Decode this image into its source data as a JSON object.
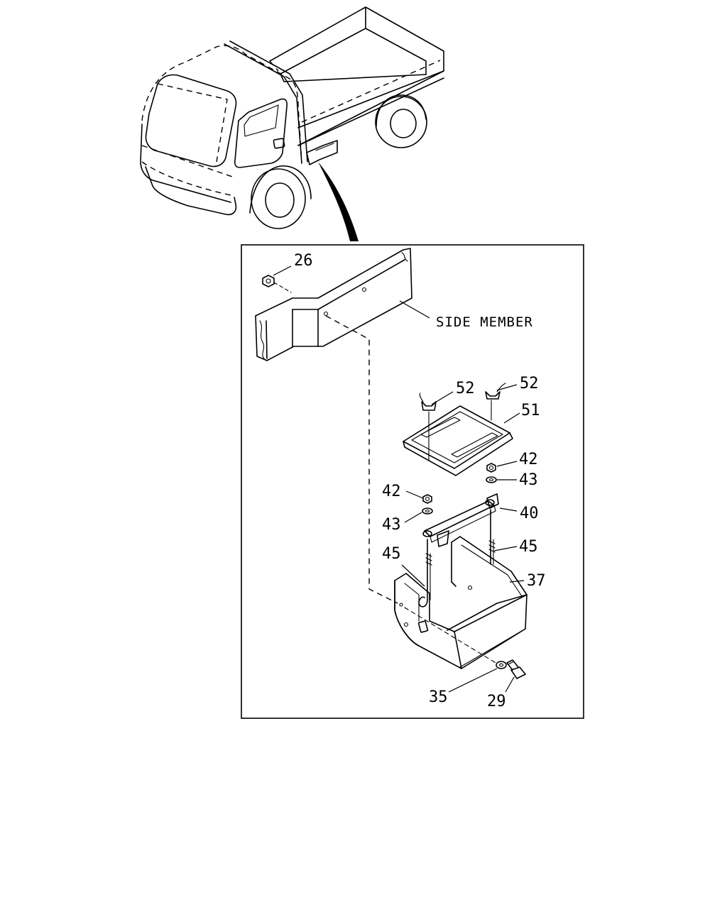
{
  "diagram": {
    "annotation": "SIDE MEMBER",
    "callouts": [
      {
        "id": "c26",
        "label": "26"
      },
      {
        "id": "c52a",
        "label": "52"
      },
      {
        "id": "c52b",
        "label": "52"
      },
      {
        "id": "c51",
        "label": "51"
      },
      {
        "id": "c42a",
        "label": "42"
      },
      {
        "id": "c43a",
        "label": "43"
      },
      {
        "id": "c42b",
        "label": "42"
      },
      {
        "id": "c43b",
        "label": "43"
      },
      {
        "id": "c40",
        "label": "40"
      },
      {
        "id": "c45a",
        "label": "45"
      },
      {
        "id": "c45b",
        "label": "45"
      },
      {
        "id": "c37",
        "label": "37"
      },
      {
        "id": "c35",
        "label": "35"
      },
      {
        "id": "c29",
        "label": "29"
      }
    ]
  }
}
